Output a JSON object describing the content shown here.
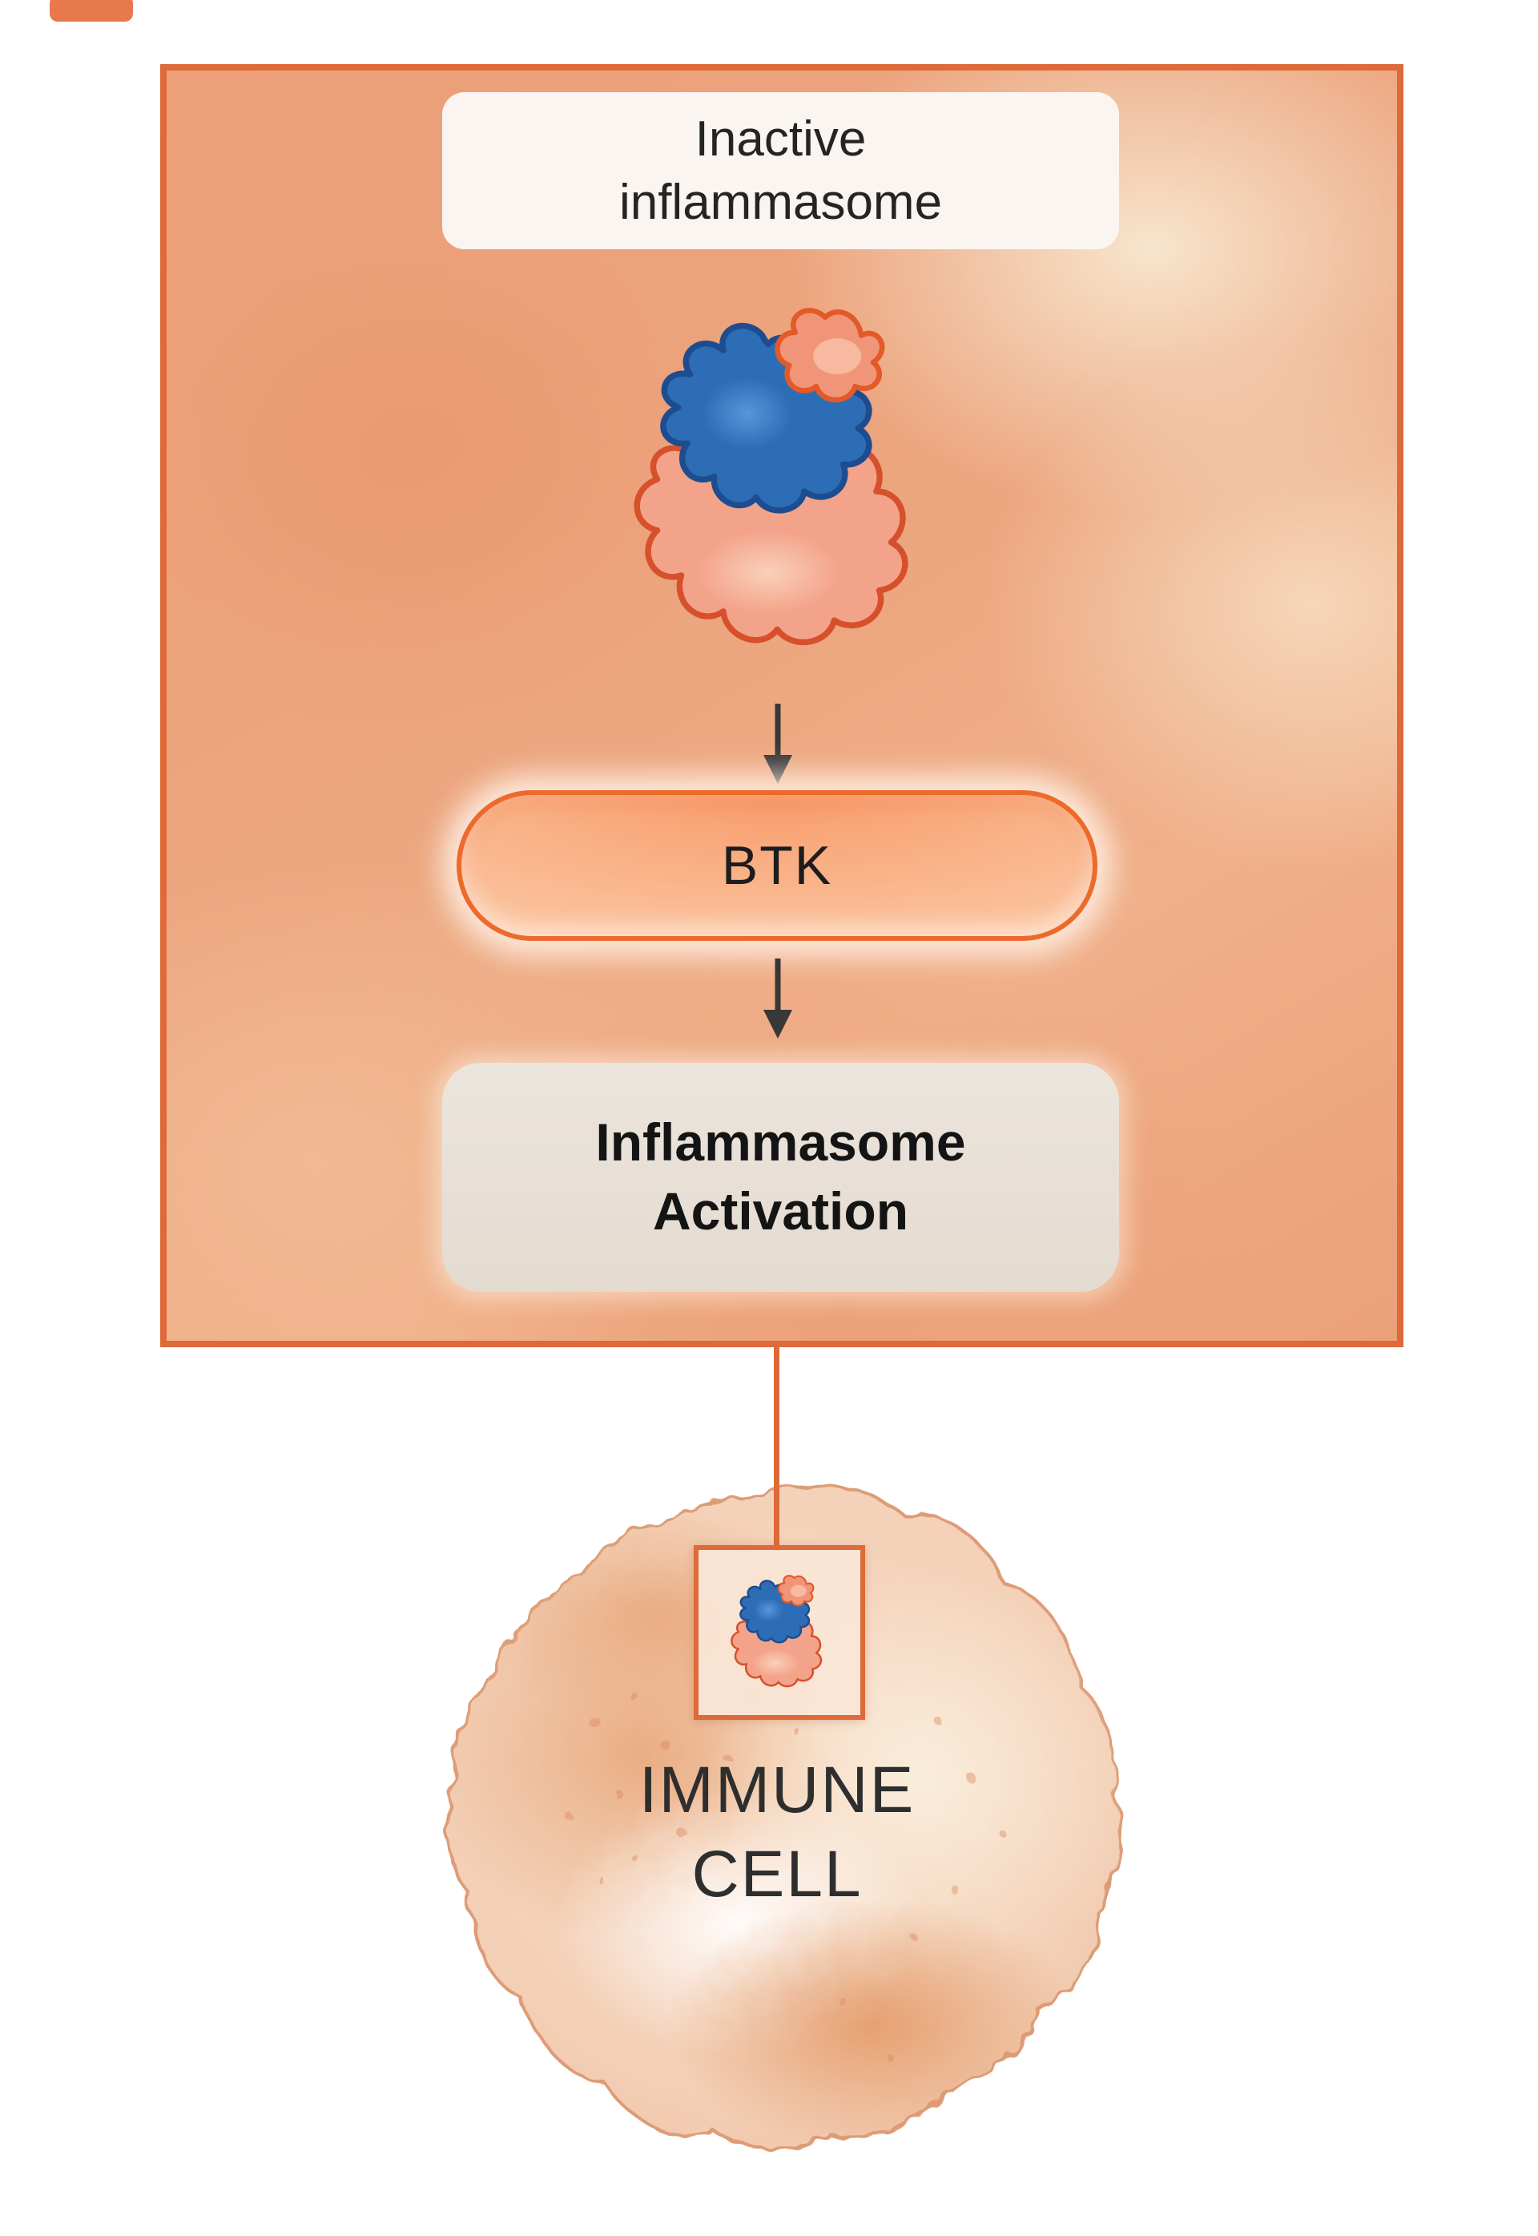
{
  "panel": {
    "inactive_label_line1": "Inactive",
    "inactive_label_line2": "inflammasome",
    "btk_label": "BTK",
    "activation_line1": "Inflammasome",
    "activation_line2": "Activation"
  },
  "cell": {
    "label_line1": "IMMUNE",
    "label_line2": "CELL"
  },
  "colors": {
    "panel_border": "#dd6a38",
    "accent_orange": "#dd6a38",
    "btk_border": "#ee6a2b",
    "btk_fill": "#fabd96",
    "arrow": "#383838",
    "activation_bg": "#e7dfd4",
    "inactive_card_bg": "#fbf5f1",
    "protein_blue": "#2d6db6",
    "protein_salmon": "#f3a389",
    "cell_base": "#f3cfb6"
  },
  "icons": {
    "protein_complex": "inflammasome-protein-complex",
    "arrow_down": "down-arrow",
    "immune_cell": "immune-cell-blob",
    "connector": "zoom-connector-line"
  }
}
